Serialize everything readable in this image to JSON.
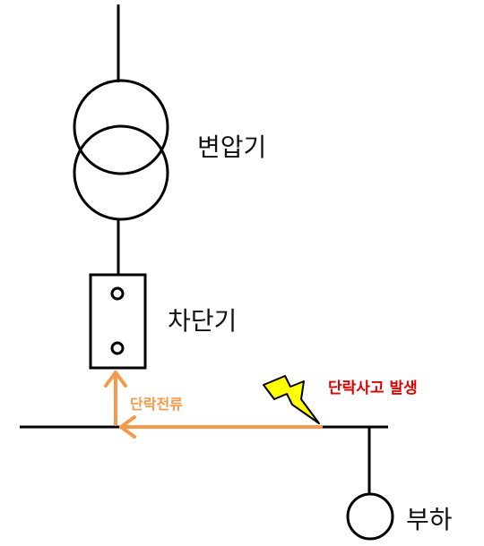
{
  "labels": {
    "transformer": "변압기",
    "breaker": "차단기",
    "fault": "단락사고 발생",
    "current": "단락전류",
    "load": "부하"
  },
  "colors": {
    "line": "#000000",
    "fault_text": "#e00000",
    "current_arrow": "#f59a4a",
    "lightning_fill": "#ffff00"
  },
  "icons": {
    "fault": "lightning-bolt-icon",
    "load": "circle-load-icon"
  }
}
